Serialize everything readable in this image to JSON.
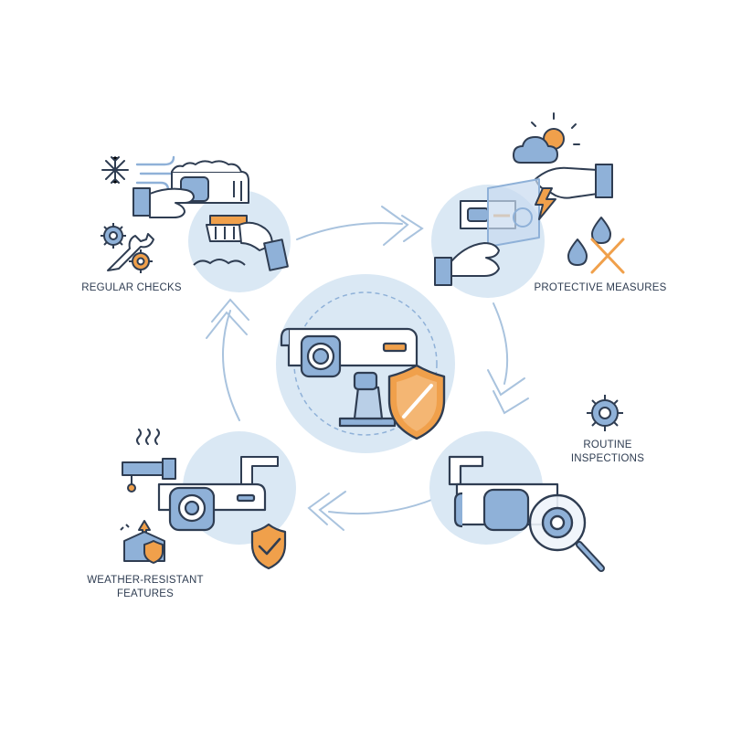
{
  "labels": {
    "regular_checks": "REGULAR CHECKS",
    "protective_measures": "PROTECTIVE MEASURES",
    "routine_line1": "ROUTINE",
    "routine_line2": "INSPECTIONS",
    "weather_line1": "WEATHER-RESISTANT",
    "weather_line2": "FEATURES"
  },
  "colors": {
    "circle_fill": "#dae8f4",
    "outline": "#2f3d52",
    "blue": "#8fb1d8",
    "orange": "#f0a04b",
    "arrow": "#a9c3de"
  },
  "icons": [
    "security-camera-icon",
    "shield-icon",
    "snowflake-icon",
    "wind-icon",
    "gear-icon",
    "wrench-icon",
    "hand-icon",
    "brush-icon",
    "cloud-sun-icon",
    "lightning-icon",
    "water-drop-icon",
    "cross-icon",
    "magnifier-icon",
    "heat-waves-icon",
    "pipe-icon",
    "checkmark-shield-icon",
    "arrow-icon"
  ]
}
